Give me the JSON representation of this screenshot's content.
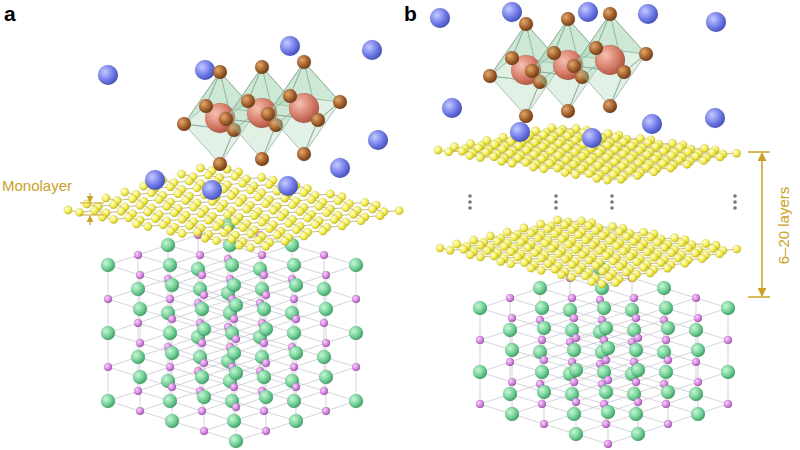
{
  "diagram": {
    "labels": [
      "a",
      "b",
      "Monolayer",
      "6–20 layers"
    ]
  }
}
